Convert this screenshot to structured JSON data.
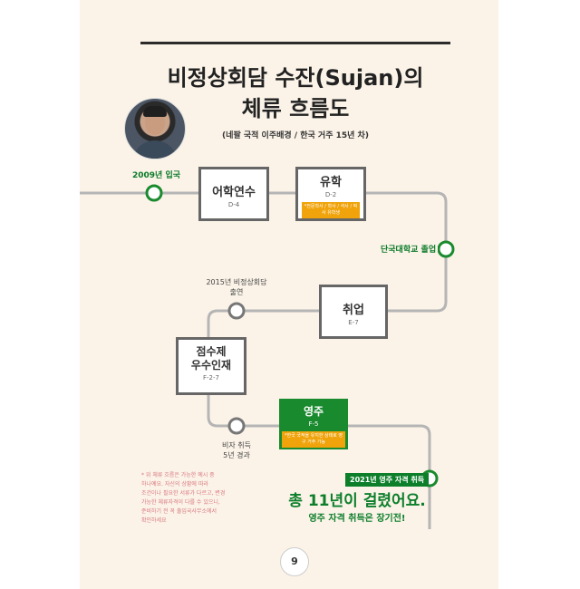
{
  "title": {
    "line1": "비정상회담 수잔(Sujan)의",
    "line2": "체류 흐름도",
    "subtitle": "(네팔 국적 이주배경 / 한국 거주 15년 차)"
  },
  "milestones": {
    "entry": "2009년 입국",
    "graduation": "단국대학교 졸업",
    "tv_line1": "2015년 비정상회담",
    "tv_line2": "출연",
    "visa_line1": "비자 취득",
    "visa_line2": "5년 경과",
    "pr_badge": "2021년 영주 자격 취득"
  },
  "boxes": {
    "language": {
      "kr": "어학연수",
      "code": "D-4"
    },
    "study": {
      "kr": "유학",
      "code": "D-2",
      "note": "*전문학사 / 학사 / 석사 / 박사 유학생"
    },
    "job": {
      "kr": "취업",
      "code": "E-7"
    },
    "points_line1": "점수제",
    "points_line2": "우수인재",
    "points_code": "F-2-7",
    "pr": {
      "kr": "영주",
      "code": "F-5",
      "note": "*한국 국적을 유지한 상태로 영구 거주 가능"
    }
  },
  "caution": [
    "* 위 체류 흐름은 가능한 예시 중",
    "하나예요. 자신의 상황에 따라",
    "조건이나 필요한 서류가 다르고, 변경",
    "가능한 체류자격이 다를 수 있으니,",
    "준비하기 전 꼭 출입국사무소에서",
    "확인하세요"
  ],
  "summary": {
    "headline": "총 11년이 걸렸어요.",
    "sub": "영주 자격 취득은 장기전!"
  },
  "page_number": "9",
  "colors": {
    "green": "#1a8a2e",
    "orange": "#f0a30a",
    "track": "#b5b5b5",
    "page_bg": "#fbf3e8",
    "caution": "#d9777f"
  }
}
